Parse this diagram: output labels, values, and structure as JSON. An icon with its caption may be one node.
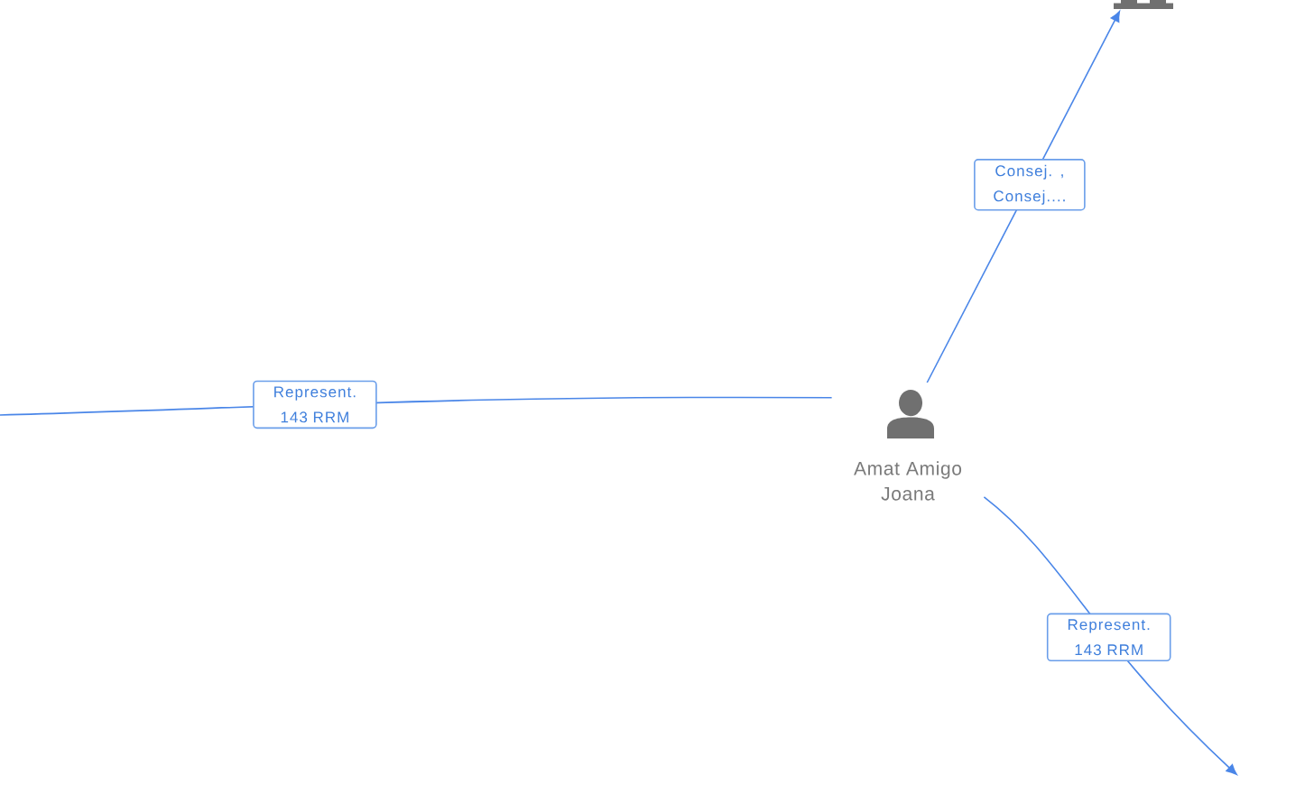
{
  "diagram": {
    "nodes": [
      {
        "text": [
          "Amat Amigo Joana"
        ]
      },
      {
        "text": [],
        "shape": "picture"
      }
    ],
    "edges": [
      {
        "from": 0,
        "to": 1,
        "arrow": "to",
        "label": "Consej. , Consej...."
      },
      {
        "from": null,
        "to": 0,
        "arrow": "none",
        "label": "Represent. 143 RRM"
      },
      {
        "from": 0,
        "to": null,
        "arrow": "to",
        "label": "Represent. 143 RRM"
      }
    ]
  }
}
